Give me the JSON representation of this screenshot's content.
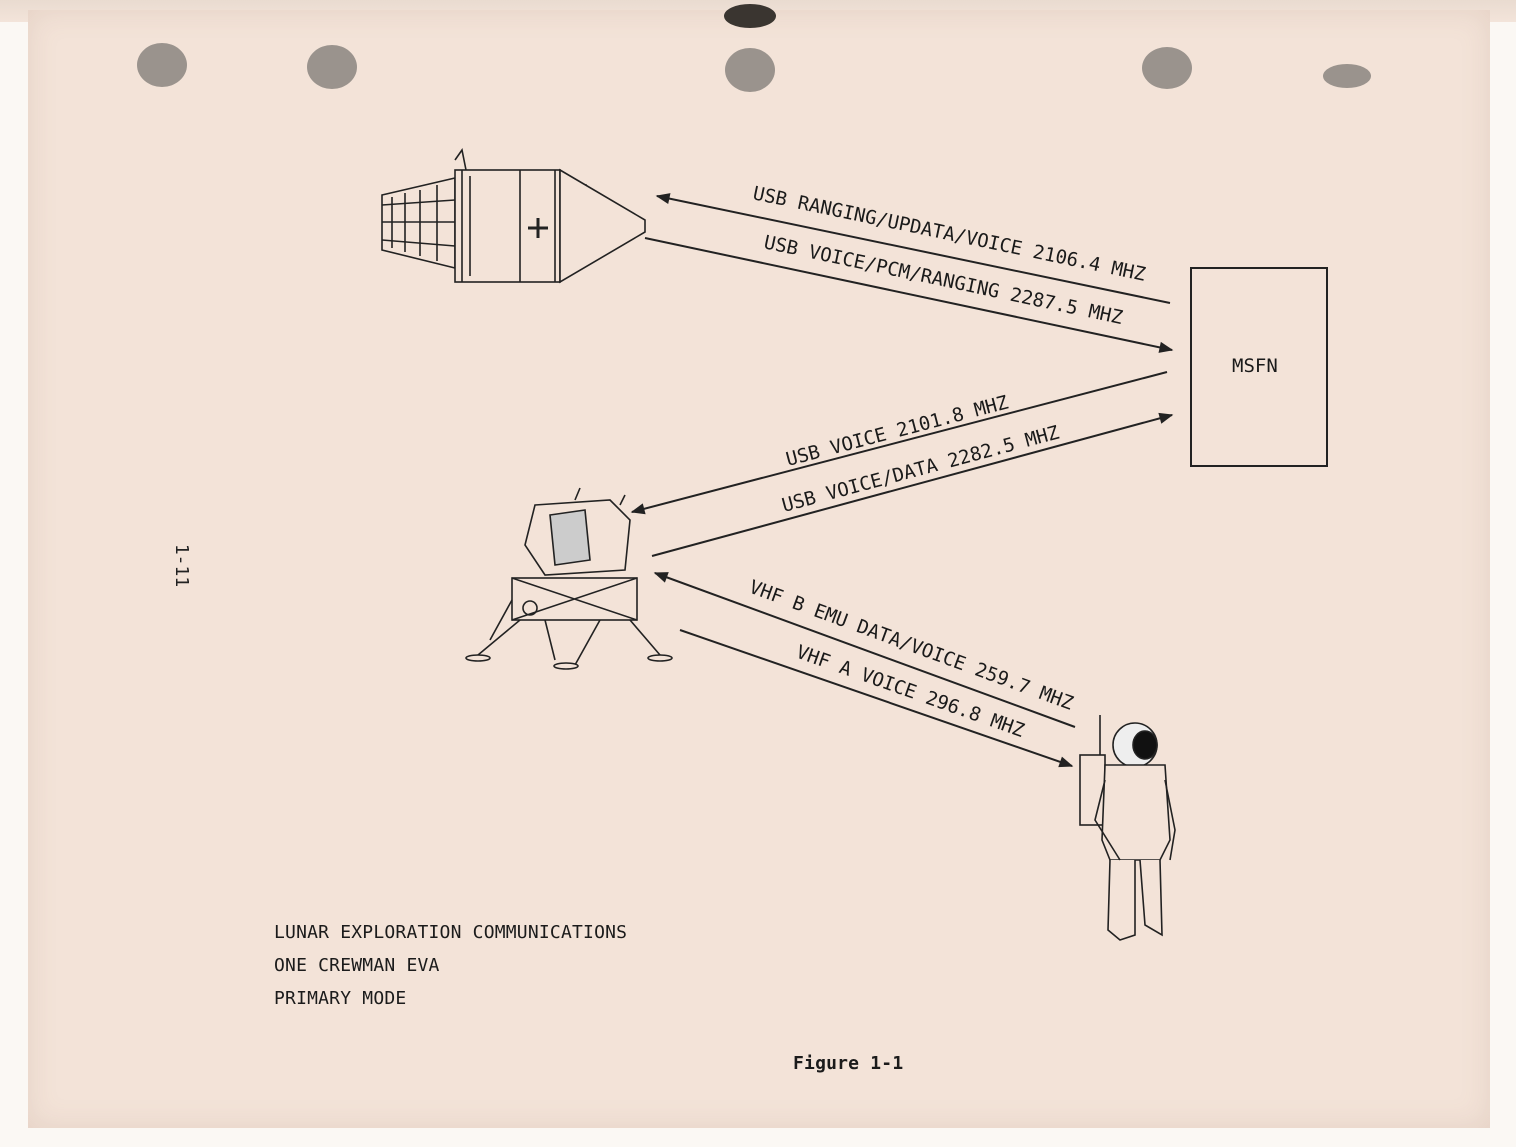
{
  "diagram": {
    "nodes": {
      "ground_station": "MSFN"
    },
    "links": [
      {
        "label": "USB RANGING/UPDATA/VOICE 2106.4 MHZ"
      },
      {
        "label": "USB VOICE/PCM/RANGING 2287.5 MHZ"
      },
      {
        "label": "USB VOICE 2101.8 MHZ"
      },
      {
        "label": "USB VOICE/DATA 2282.5 MHZ"
      },
      {
        "label": "VHF B EMU DATA/VOICE 259.7 MHZ"
      },
      {
        "label": "VHF A VOICE 296.8 MHZ"
      }
    ],
    "caption_lines": [
      "LUNAR EXPLORATION COMMUNICATIONS",
      "ONE CREWMAN EVA",
      "PRIMARY MODE"
    ],
    "figure_label": "Figure 1-1",
    "page_number": "1-11"
  }
}
